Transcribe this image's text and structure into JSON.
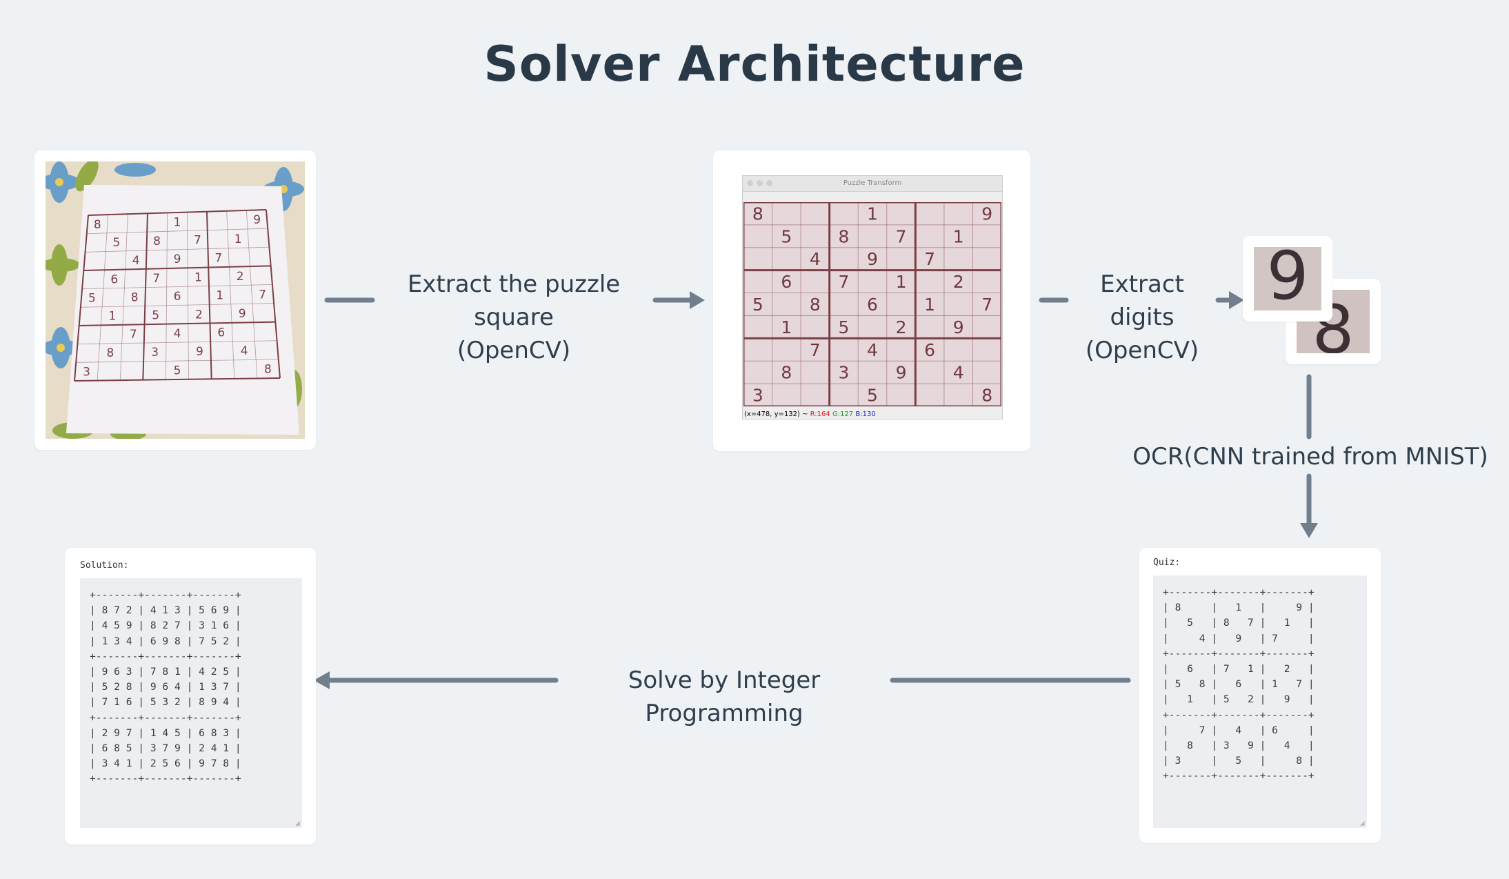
{
  "title": "Solver Architecture",
  "steps": {
    "extract_square": {
      "line1": "Extract the puzzle square",
      "line2": "(OpenCV)"
    },
    "extract_digits": {
      "line1": "Extract digits",
      "line2": "(OpenCV)"
    },
    "ocr": "OCR(CNN trained from MNIST)",
    "solve": "Solve by Integer Programming"
  },
  "transform_window": {
    "title": "Puzzle Transform",
    "status_prefix": "(x=478, y=132) ~ ",
    "status_r": "R:164",
    "status_g": "G:127",
    "status_b": "B:130"
  },
  "digit_tiles": [
    "9",
    "8"
  ],
  "puzzle_grid": [
    [
      8,
      0,
      0,
      0,
      1,
      0,
      0,
      0,
      9
    ],
    [
      0,
      5,
      0,
      8,
      0,
      7,
      0,
      1,
      0
    ],
    [
      0,
      0,
      4,
      0,
      9,
      0,
      7,
      0,
      0
    ],
    [
      0,
      6,
      0,
      7,
      0,
      1,
      0,
      2,
      0
    ],
    [
      5,
      0,
      8,
      0,
      6,
      0,
      1,
      0,
      7
    ],
    [
      0,
      1,
      0,
      5,
      0,
      2,
      0,
      9,
      0
    ],
    [
      0,
      0,
      7,
      0,
      4,
      0,
      6,
      0,
      0
    ],
    [
      0,
      8,
      0,
      3,
      0,
      9,
      0,
      4,
      0
    ],
    [
      3,
      0,
      0,
      0,
      5,
      0,
      0,
      0,
      8
    ]
  ],
  "quiz": {
    "caption": "Quiz:",
    "text": "+-------+-------+-------+\n| 8     |   1   |     9 |\n|   5   | 8   7 |   1   |\n|     4 |   9   | 7     |\n+-------+-------+-------+\n|   6   | 7   1 |   2   |\n| 5   8 |   6   | 1   7 |\n|   1   | 5   2 |   9   |\n+-------+-------+-------+\n|     7 |   4   | 6     |\n|   8   | 3   9 |   4   |\n| 3     |   5   |     8 |\n+-------+-------+-------+"
  },
  "solution": {
    "caption": "Solution:",
    "text": "+-------+-------+-------+\n| 8 7 2 | 4 1 3 | 5 6 9 |\n| 4 5 9 | 8 2 7 | 3 1 6 |\n| 1 3 4 | 6 9 8 | 7 5 2 |\n+-------+-------+-------+\n| 9 6 3 | 7 8 1 | 4 2 5 |\n| 5 2 8 | 9 6 4 | 1 3 7 |\n| 7 1 6 | 5 3 2 | 8 9 4 |\n+-------+-------+-------+\n| 2 9 7 | 1 4 5 | 6 8 3 |\n| 6 8 5 | 3 7 9 | 2 4 1 |\n| 3 4 1 | 2 5 6 | 9 7 8 |\n+-------+-------+-------+"
  },
  "colors": {
    "arrow": "#717f8d",
    "background": "#eff2f5",
    "grid_ink": "#7a3f45",
    "status_r": "#d81b1b",
    "status_g": "#1f9b1f",
    "status_b": "#2222cc"
  }
}
